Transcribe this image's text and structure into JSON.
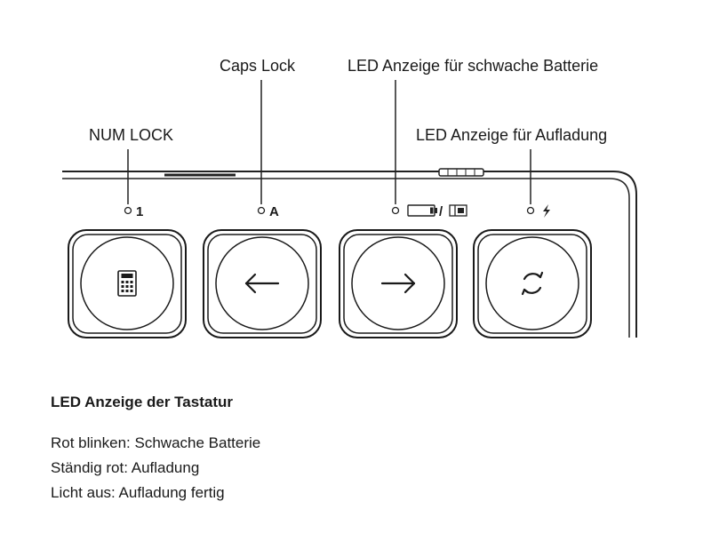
{
  "callouts": {
    "num_lock": "NUM LOCK",
    "caps_lock": "Caps Lock",
    "low_battery": "LED Anzeige für schwache Batterie",
    "charging": "LED Anzeige für Aufladung"
  },
  "led_labels": {
    "num": "1",
    "caps": "A",
    "separator": "/"
  },
  "keys": [
    {
      "name": "calculator-key",
      "icon": "calculator-icon"
    },
    {
      "name": "left-arrow-key",
      "icon": "arrow-left-icon"
    },
    {
      "name": "right-arrow-key",
      "icon": "arrow-right-icon"
    },
    {
      "name": "refresh-key",
      "icon": "refresh-icon"
    }
  ],
  "legend": {
    "title": "LED Anzeige der Tastatur",
    "lines": [
      "Rot blinken: Schwache Batterie",
      "Ständig rot: Aufladung",
      "Licht aus: Aufladung fertig"
    ]
  }
}
